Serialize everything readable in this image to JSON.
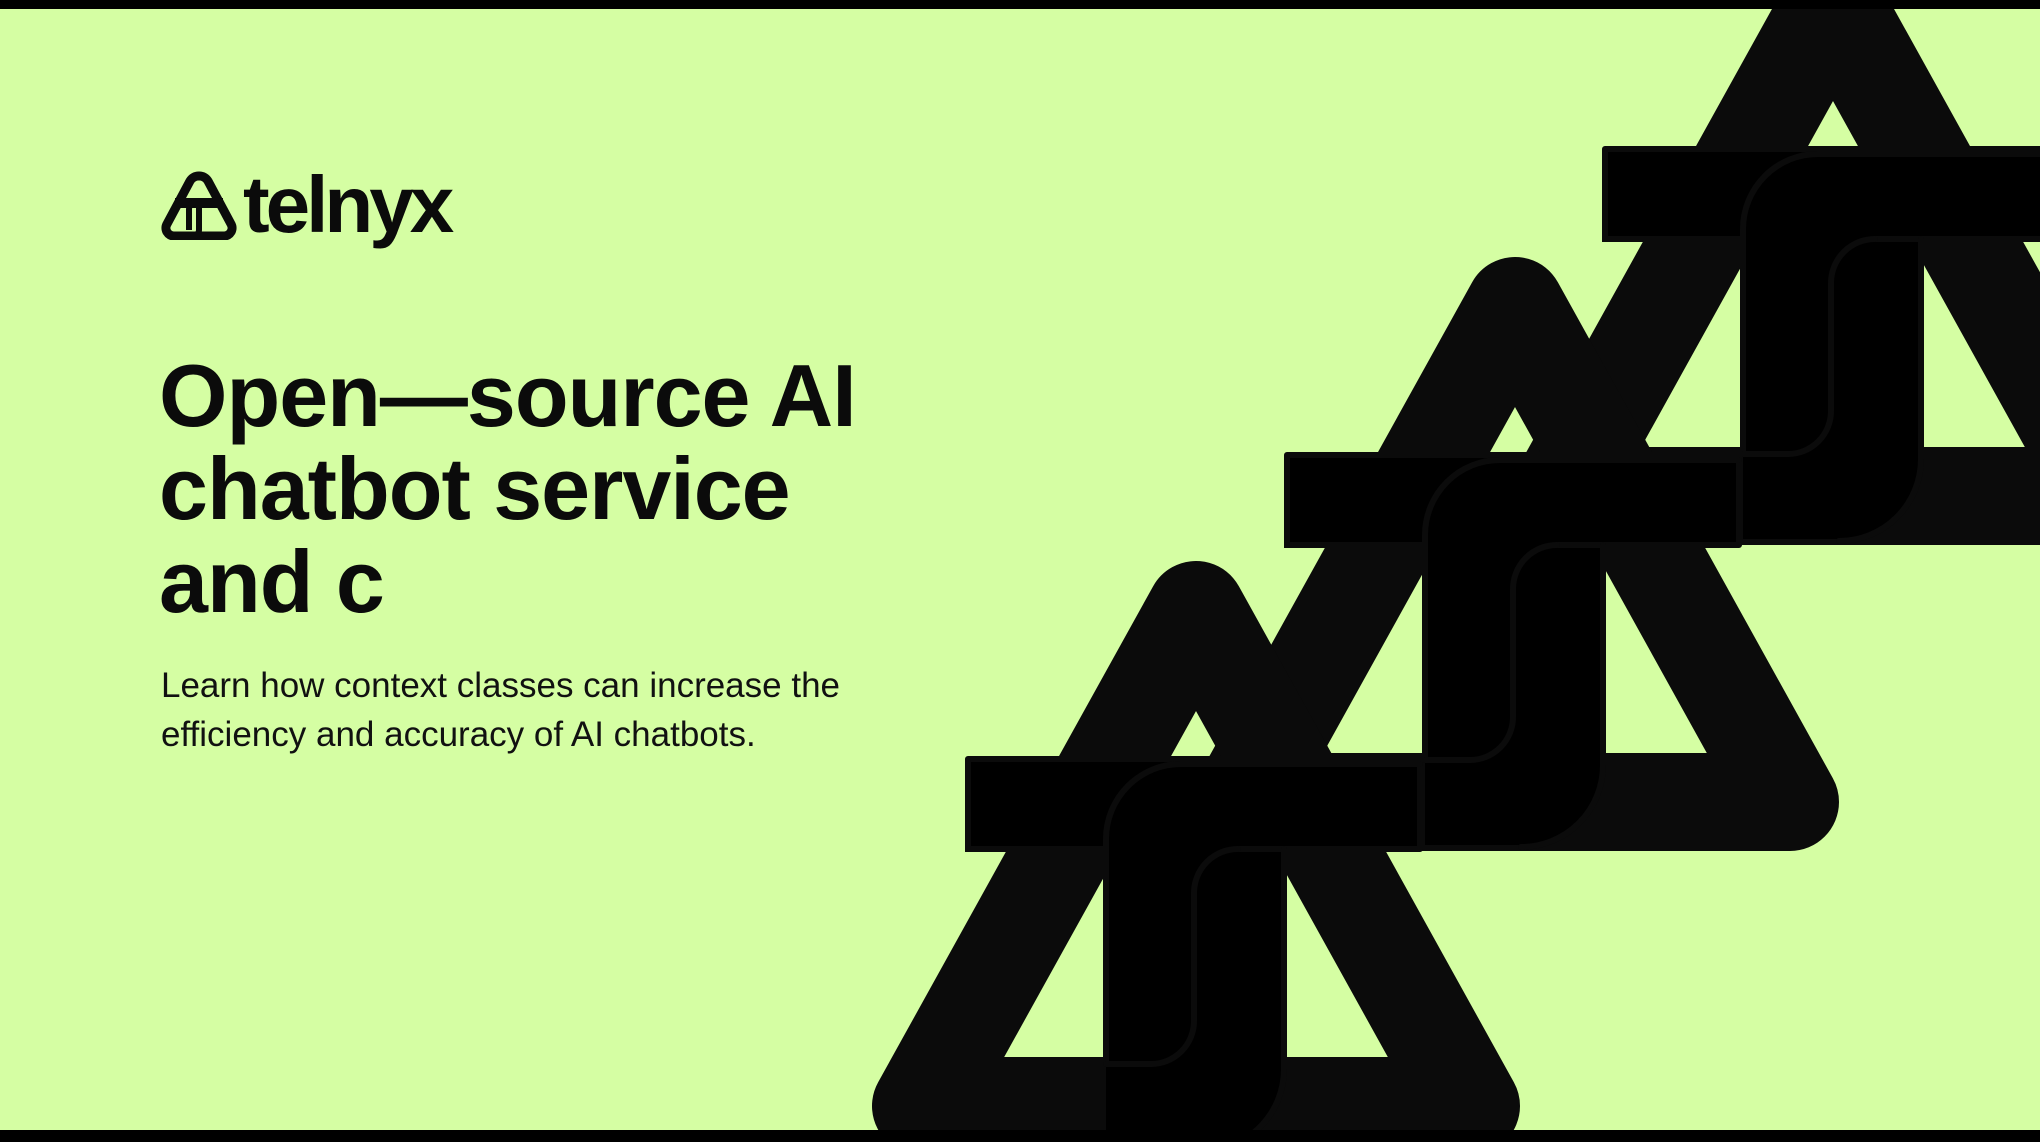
{
  "brand": {
    "name": "telnyx"
  },
  "hero": {
    "heading_lines": [
      "Open—source AI",
      "chatbot service",
      "and c"
    ],
    "subtitle": "Learn how context classes can increase the efficiency and accuracy of AI chatbots."
  },
  "colors": {
    "background": "#d5fea3",
    "accent_green": "#00e3aa",
    "beige": "#e5e3d2",
    "ink": "#0b0b0b"
  }
}
